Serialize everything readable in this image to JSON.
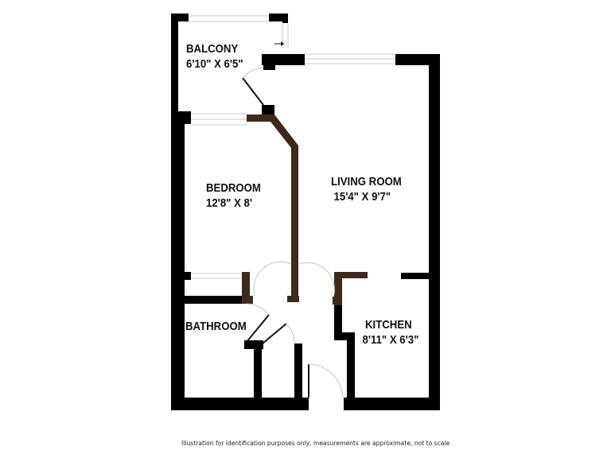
{
  "floorplan": {
    "colors": {
      "exterior_wall": "#000000",
      "interior_wall": "#3d2a1c",
      "window": "#cfcfcf",
      "door_arc": "#bdbdbd",
      "background": "#ffffff"
    },
    "rooms": [
      {
        "id": "balcony",
        "name": "BALCONY",
        "dimensions": "6'10\" X 6'5\""
      },
      {
        "id": "bedroom",
        "name": "BEDROOM",
        "dimensions": "12'8\" X 8'"
      },
      {
        "id": "living-room",
        "name": "LIVING ROOM",
        "dimensions": "15'4\" X 9'7\""
      },
      {
        "id": "bathroom",
        "name": "BATHROOM",
        "dimensions": ""
      },
      {
        "id": "kitchen",
        "name": "KITCHEN",
        "dimensions": "8'11\" X 6'3\""
      }
    ],
    "disclaimer": "Illustration for identification purposes only, measurements are approximate, not to scale"
  }
}
